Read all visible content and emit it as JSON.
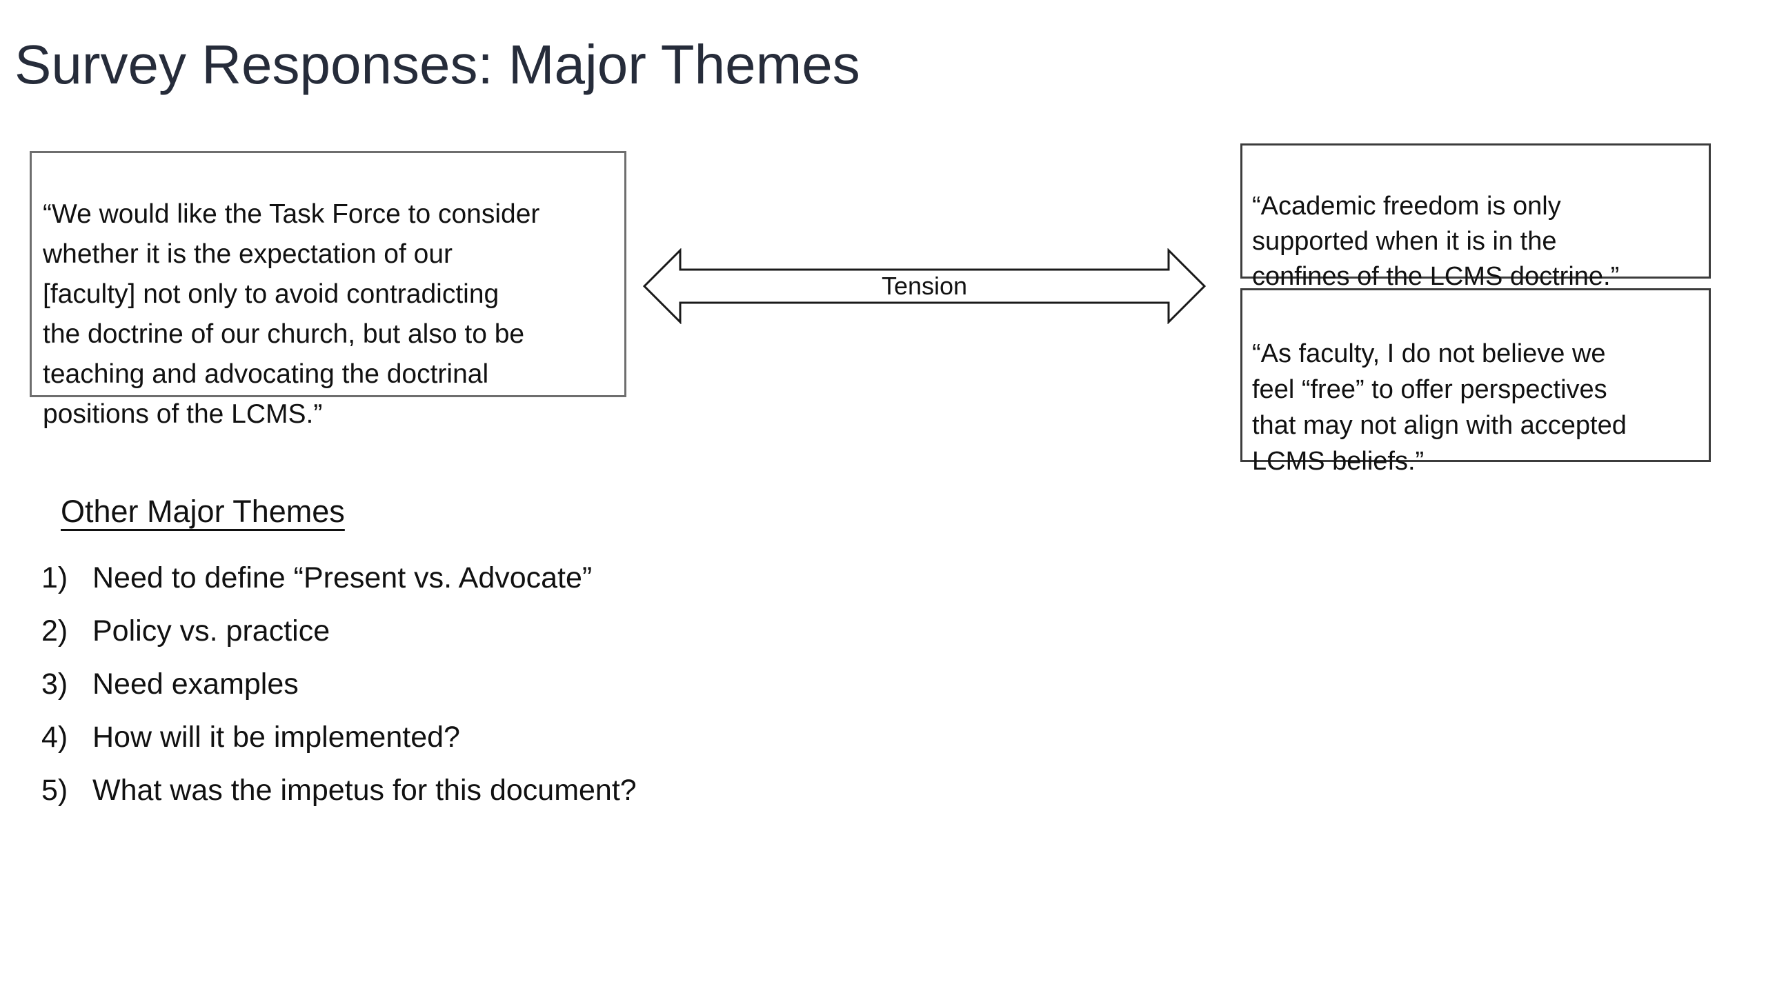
{
  "title": "Survey Responses: Major Themes",
  "left_quote_box": {
    "lines": [
      "“We would like the Task Force to consider",
      "whether it is the expectation of our",
      "[faculty] not only to avoid contradicting",
      "the doctrine of our church, but also to be",
      "teaching and advocating the doctrinal",
      "positions of the LCMS.”"
    ]
  },
  "tension_arrow": {
    "label": "Tension"
  },
  "right_quote_boxes": [
    {
      "lines": [
        "“Academic freedom is only",
        "supported when it is in the",
        "confines of the LCMS doctrine.”"
      ]
    },
    {
      "lines": [
        "“As faculty, I do not believe we",
        "feel “free” to offer perspectives",
        "that may not align with accepted",
        "LCMS beliefs.”"
      ]
    }
  ],
  "other_themes": {
    "heading": "Other Major Themes",
    "items": [
      {
        "number": "1)",
        "text": "Need to define “Present vs. Advocate”"
      },
      {
        "number": "2)",
        "text": "Policy vs. practice"
      },
      {
        "number": "3)",
        "text": "Need examples"
      },
      {
        "number": "4)",
        "text": "How will it be implemented?"
      },
      {
        "number": "5)",
        "text": "What was the impetus for this document?"
      }
    ]
  },
  "colors": {
    "background": "#ffffff",
    "title_text": "#262c3a",
    "body_text": "#111111",
    "left_box_border": "#6e6e6e",
    "right_box_border": "#3c3c3c",
    "arrow_outline": "#1a1a1a",
    "arrow_fill": "#ffffff"
  }
}
